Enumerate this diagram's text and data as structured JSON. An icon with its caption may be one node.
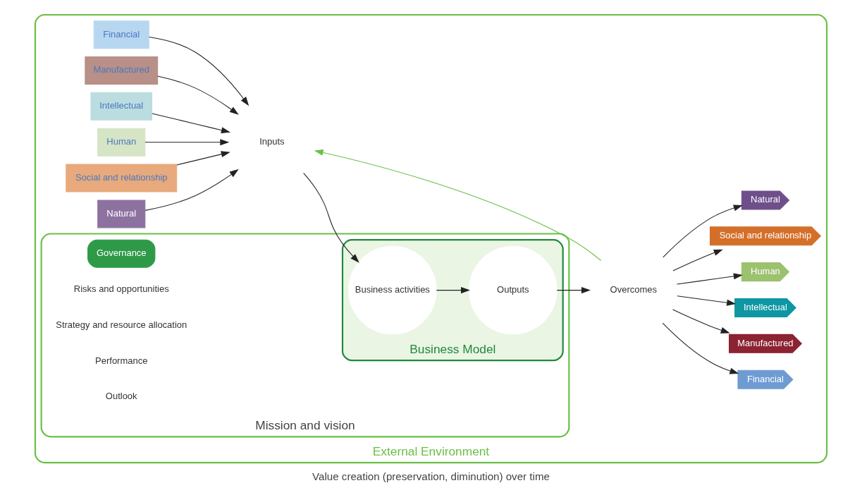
{
  "diagram": {
    "caption": "Value creation (preservation, diminution) over time",
    "nodes": [
      {
        "text": [
          "External Environment"
        ]
      },
      {
        "text": [
          "Mission and vision"
        ],
        "in": 0
      },
      {
        "text": [
          "Governance"
        ],
        "in": 1
      },
      {
        "text": [
          "Business Model"
        ],
        "in": 1
      },
      {
        "text": [
          "Inputs"
        ],
        "in": 0
      },
      {
        "text": [
          "Business activities"
        ],
        "in": 3
      },
      {
        "text": [
          "Outputs"
        ],
        "in": 3
      },
      {
        "text": [
          "Overcomes"
        ],
        "in": 0
      },
      {
        "text": [
          "Financial"
        ],
        "in": 0
      },
      {
        "text": [
          "Manufactured"
        ],
        "in": 0
      },
      {
        "text": [
          "Intellectual"
        ],
        "in": 0
      },
      {
        "text": [
          "Human"
        ],
        "in": 0
      },
      {
        "text": [
          "Social and relationship"
        ],
        "in": 0
      },
      {
        "text": [
          "Natural"
        ],
        "in": 0
      },
      {
        "text": [
          "Financial"
        ],
        "in": 0
      },
      {
        "text": [
          "Manufactured"
        ],
        "in": 0
      },
      {
        "text": [
          "Intellectual"
        ],
        "in": 0
      },
      {
        "text": [
          "Human"
        ],
        "in": 0
      },
      {
        "text": [
          "Social and relationship"
        ],
        "in": 0
      },
      {
        "text": [
          "Natural"
        ],
        "in": 0
      }
    ],
    "edges": [
      {
        "from": 8,
        "to": 4,
        "arrow": "to"
      },
      {
        "from": 9,
        "to": 4,
        "arrow": "to"
      },
      {
        "from": 10,
        "to": 4,
        "arrow": "to"
      },
      {
        "from": 11,
        "to": 4,
        "arrow": "to"
      },
      {
        "from": 12,
        "to": 4,
        "arrow": "to"
      },
      {
        "from": 13,
        "to": 4,
        "arrow": "to"
      },
      {
        "from": 4,
        "to": 5,
        "arrow": "to"
      },
      {
        "from": 5,
        "to": 6,
        "arrow": "to"
      },
      {
        "from": 6,
        "to": 7,
        "arrow": "to"
      },
      {
        "from": 7,
        "to": 14,
        "arrow": "to"
      },
      {
        "from": 7,
        "to": 15,
        "arrow": "to"
      },
      {
        "from": 7,
        "to": 16,
        "arrow": "to"
      },
      {
        "from": 7,
        "to": 17,
        "arrow": "to"
      },
      {
        "from": 7,
        "to": 18,
        "arrow": "to"
      },
      {
        "from": 7,
        "to": 19,
        "arrow": "to"
      },
      {
        "from": 7,
        "to": 4,
        "arrow": "to",
        "color": "#6abf45"
      }
    ],
    "labels": [
      "Risks and opportunities",
      "Strategy and resource allocation",
      "Performance",
      "Outlook"
    ]
  }
}
